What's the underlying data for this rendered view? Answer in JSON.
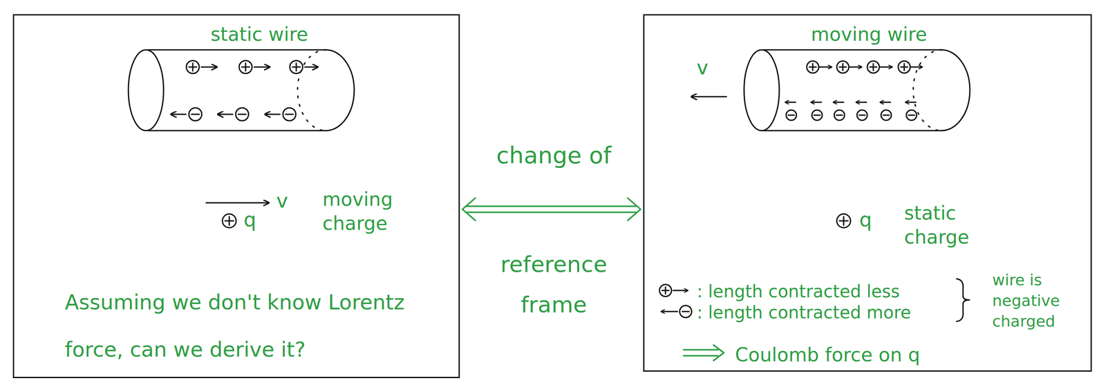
{
  "diagram": {
    "nodes": [
      {
        "text": [
          "static wire",
          "moving charge",
          "Assuming we don't know Lorentz force, can we derive it?"
        ]
      },
      {
        "text": [
          "moving wire",
          "static charge",
          ": length contracted less",
          ": length contracted more",
          "wire is negative charged",
          "Coulomb force on q"
        ]
      }
    ],
    "edges": [
      {
        "from": 0,
        "to": 1,
        "arrow": "both"
      }
    ],
    "labels": [
      "v",
      "q",
      "change of",
      "reference frame",
      "v",
      "q"
    ]
  }
}
